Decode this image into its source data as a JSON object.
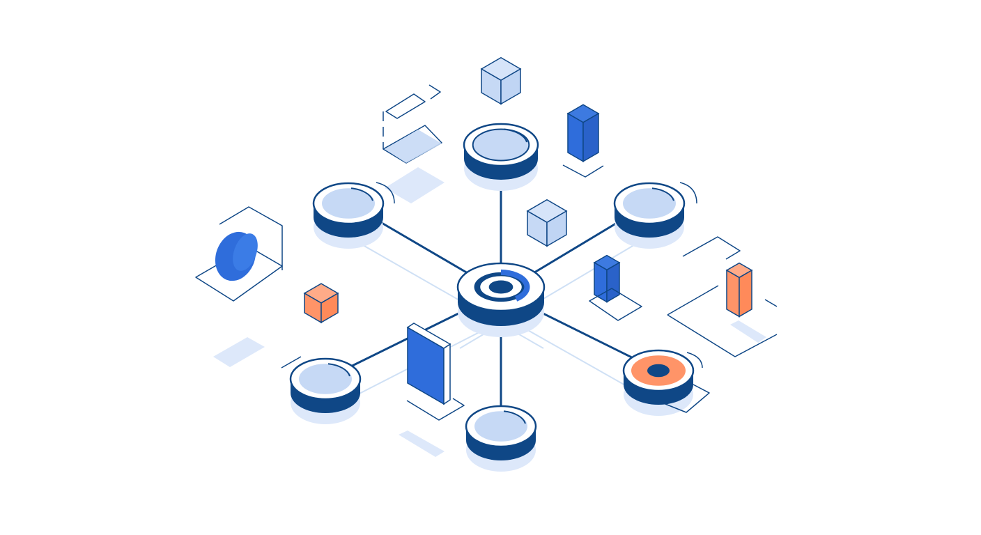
{
  "illustration": {
    "subject": "network-hub",
    "colors": {
      "navy": "#0f4786",
      "light_blue": "#c6d9f5",
      "pale_blue": "#dde8fa",
      "blue": "#2f6ddb",
      "orange": "#ff9468",
      "line_pale": "#cfe0f5"
    },
    "nodes": [
      "node-top",
      "node-upper-left",
      "node-upper-right",
      "node-lower-left",
      "node-bottom",
      "node-lower-right"
    ]
  }
}
